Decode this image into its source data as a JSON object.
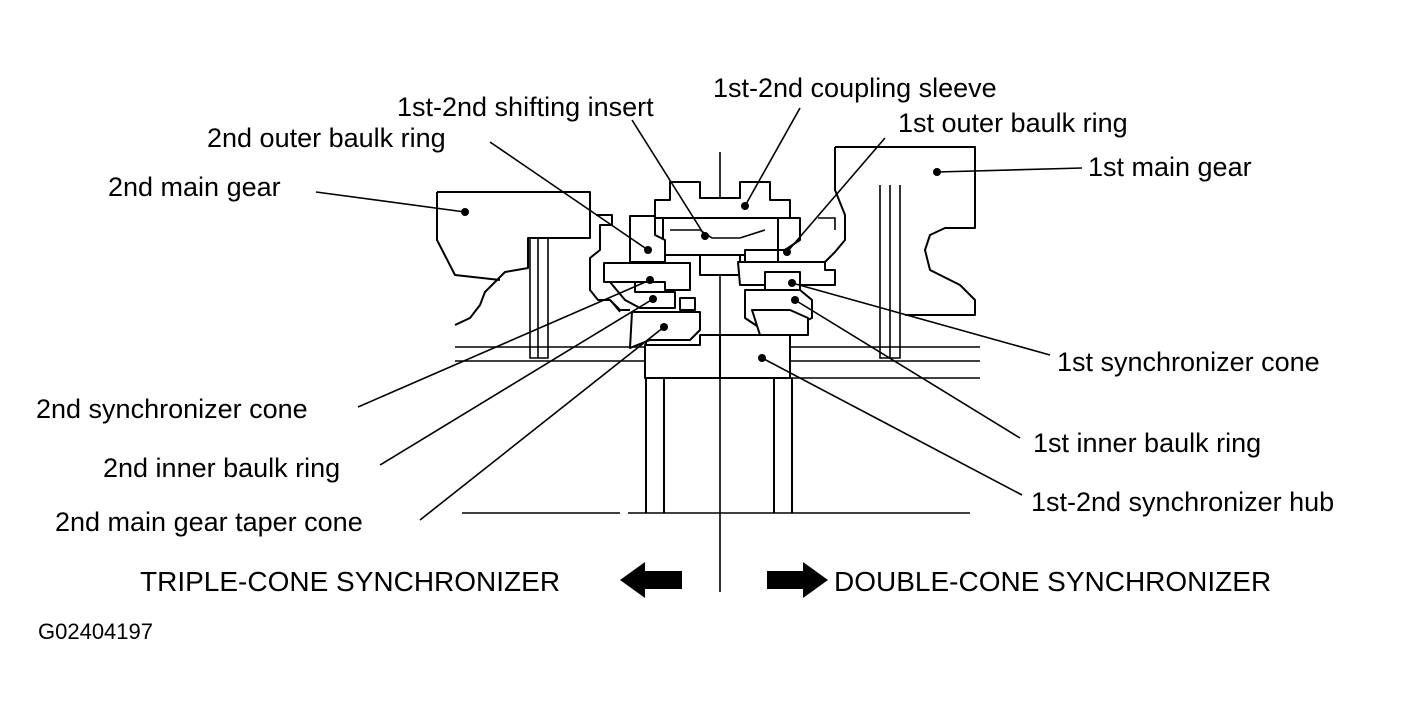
{
  "figure_id": "G02404197",
  "captions": {
    "left": "TRIPLE-CONE SYNCHRONIZER",
    "right": "DOUBLE-CONE SYNCHRONIZER"
  },
  "labels": {
    "shifting_insert": "1st-2nd shifting insert",
    "coupling_sleeve": "1st-2nd coupling sleeve",
    "second_outer_baulk_ring": "2nd outer baulk ring",
    "first_outer_baulk_ring": "1st outer baulk ring",
    "second_main_gear": "2nd main gear",
    "first_main_gear": "1st main gear",
    "first_synchronizer_cone": "1st synchronizer cone",
    "second_synchronizer_cone": "2nd synchronizer cone",
    "first_inner_baulk_ring": "1st inner baulk ring",
    "second_inner_baulk_ring": "2nd inner baulk ring",
    "synchronizer_hub": "1st-2nd synchronizer hub",
    "second_main_gear_taper_cone": "2nd main gear taper cone"
  }
}
